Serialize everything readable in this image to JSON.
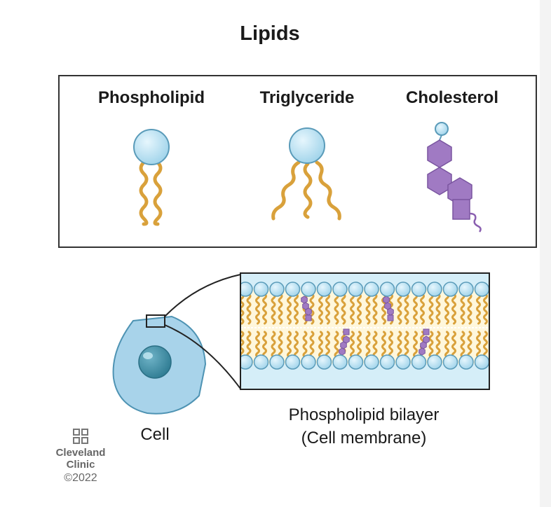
{
  "title": "Lipids",
  "lipid_types": [
    {
      "label": "Phospholipid"
    },
    {
      "label": "Triglyceride"
    },
    {
      "label": "Cholesterol"
    }
  ],
  "cell_label": "Cell",
  "bilayer_label_line1": "Phospholipid bilayer",
  "bilayer_label_line2": "(Cell membrane)",
  "logo": {
    "line1": "Cleveland",
    "line2": "Clinic",
    "copyright": "©2022"
  },
  "colors": {
    "head_fill": "#a8dbef",
    "head_stroke": "#5a9bb9",
    "tail": "#d9a13b",
    "cholesterol": "#a07ac3",
    "cell_fill": "#a8d3ea",
    "nucleus": "#3f8ea6",
    "membrane_bg": "#fff7dc",
    "extracellular": "#d5eef8"
  }
}
